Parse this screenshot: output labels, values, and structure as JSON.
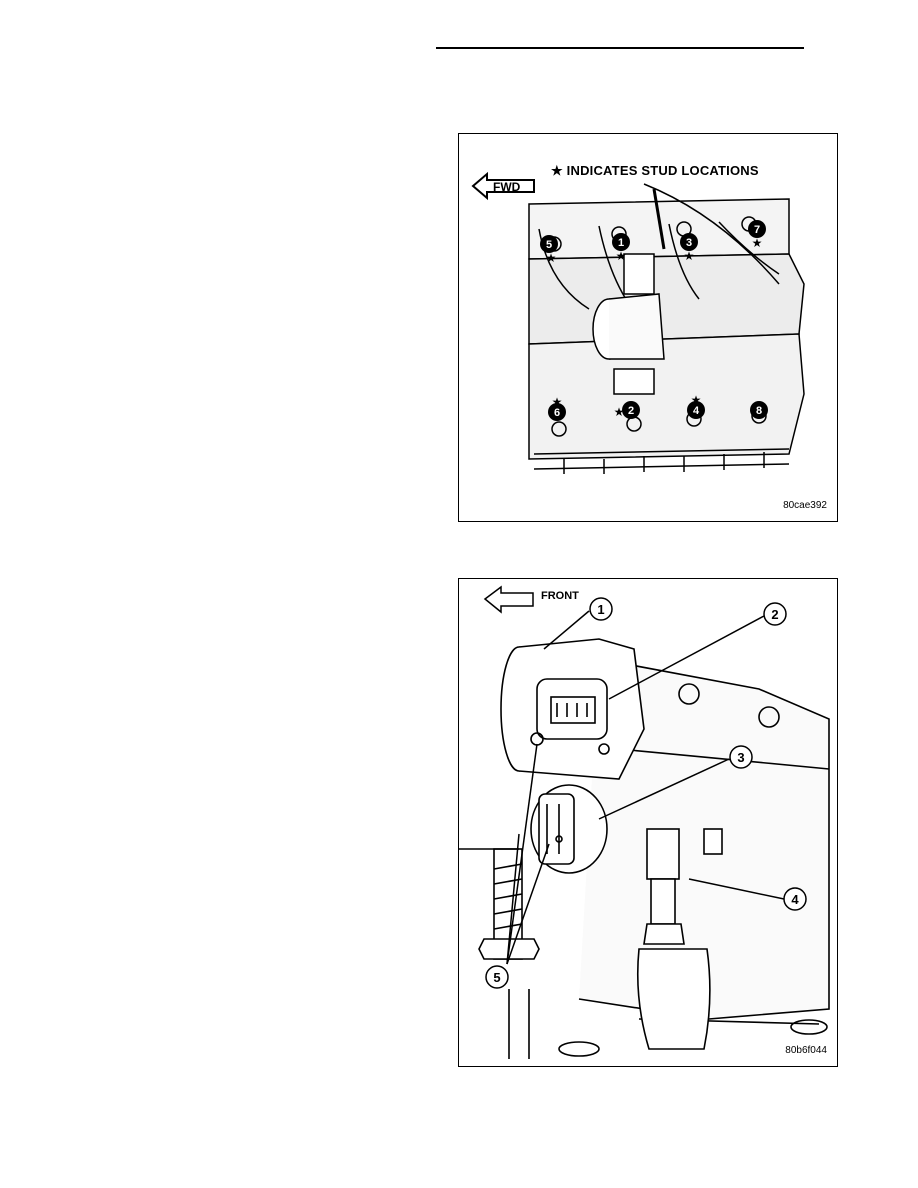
{
  "figure1": {
    "legend_text": "INDICATES STUD LOCATIONS",
    "legend_mark": "★",
    "direction_label": "FWD",
    "bolt_numbers": [
      "1",
      "2",
      "3",
      "4",
      "5",
      "6",
      "7",
      "8"
    ],
    "figure_id": "80cae392"
  },
  "figure2": {
    "direction_label": "FRONT",
    "callouts": [
      "1",
      "2",
      "3",
      "4",
      "5"
    ],
    "figure_id": "80b6f044"
  }
}
